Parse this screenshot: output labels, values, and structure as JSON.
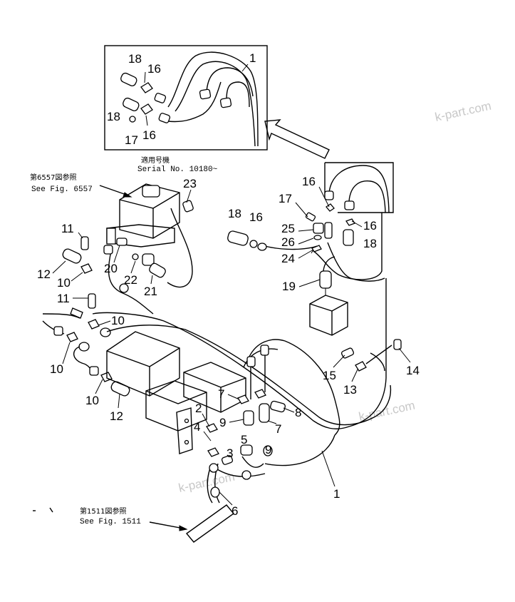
{
  "inset_note": {
    "jp": "適用号機",
    "en": "Serial  No. 10180~"
  },
  "refs": {
    "fig6557_jp": "第6557図参照",
    "fig6557_en": "See  Fig. 6557",
    "fig1511_jp": "第1511図参照",
    "fig1511_en": "See  Fig. 1511"
  },
  "watermarks": [
    "k-part.com",
    "k-part.com",
    "k-part.com"
  ],
  "part_labels": {
    "p1a": "1",
    "p18a": "18",
    "p16a": "16",
    "p18b": "18",
    "p17a": "17",
    "p16b": "16",
    "p23": "23",
    "p16c": "16",
    "p17b": "17",
    "p18c": "18",
    "p16d": "16",
    "p25": "25",
    "p16e": "16",
    "p26": "26",
    "p18d": "18",
    "p24": "24",
    "p19": "19",
    "p11a": "11",
    "p12a": "12",
    "p10a": "10",
    "p20": "20",
    "p22": "22",
    "p21": "21",
    "p11b": "11",
    "p10b": "10",
    "p10c": "10",
    "p10d": "10",
    "p12b": "12",
    "p14": "14",
    "p15": "15",
    "p13": "13",
    "p7a": "7",
    "p8": "8",
    "p7b": "7",
    "p9a": "9",
    "p9b": "9",
    "p2": "2",
    "p4": "4",
    "p3": "3",
    "p5": "5",
    "p6": "6",
    "p1b": "1"
  }
}
